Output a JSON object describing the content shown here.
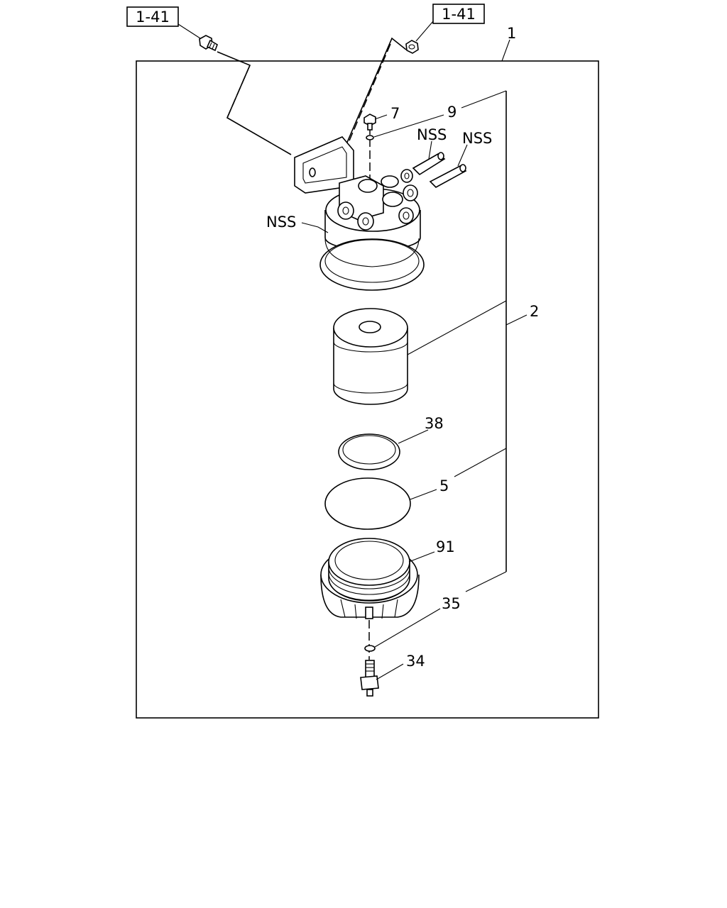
{
  "refs": {
    "left": "1-41",
    "right": "1-41"
  },
  "callouts": {
    "assembly": "1",
    "element": "2",
    "gasket": "5",
    "bolt": "7",
    "washer": "9",
    "drain_seal": "35",
    "drain_plug": "34",
    "o_ring": "38",
    "cup": "91",
    "head": "NSS",
    "pipe_left": "NSS",
    "pipe_right": "NSS"
  }
}
